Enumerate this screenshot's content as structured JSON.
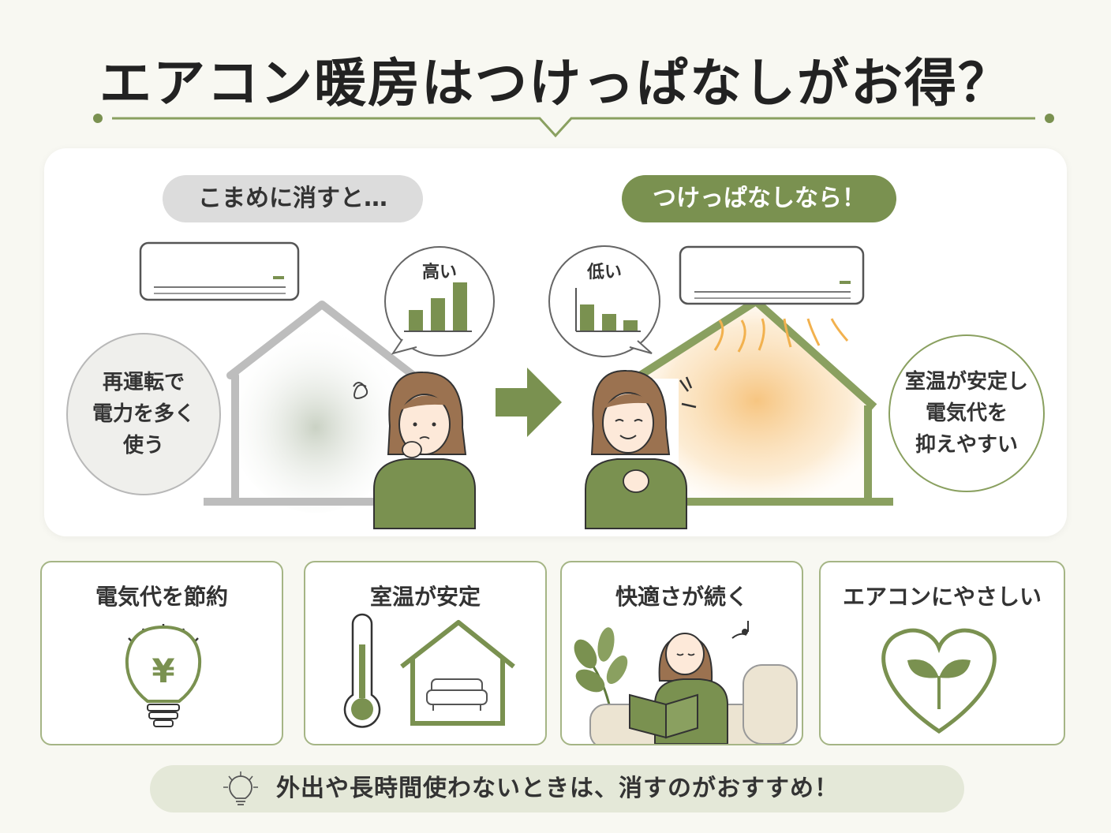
{
  "title": "エアコン暖房はつけっぱなしがお得？",
  "compare": {
    "left_heading": "こまめに消すと…",
    "right_heading": "つけっぱなしなら！",
    "left_bubble": "高い",
    "right_bubble": "低い",
    "left_note": "再運転で\n電力を多く\n使う",
    "right_note": "室温が安定し\n電気代を\n抑えやすい"
  },
  "cards": [
    {
      "title": "電気代を節約",
      "icon": "lightbulb-yen-icon",
      "symbol": "¥"
    },
    {
      "title": "室温が安定",
      "icon": "thermometer-house-icon"
    },
    {
      "title": "快適さが続く",
      "icon": "woman-reading-icon"
    },
    {
      "title": "エアコンにやさしい",
      "icon": "heart-sprout-icon"
    }
  ],
  "footer": {
    "text": "外出や長時間使わないときは、消すのがおすすめ！",
    "icon": "lightbulb-icon"
  },
  "colors": {
    "accent_green": "#7a9150",
    "light_green": "#a5b585",
    "warm_glow": "#f6c27a",
    "gray": "#b8b8b8"
  }
}
